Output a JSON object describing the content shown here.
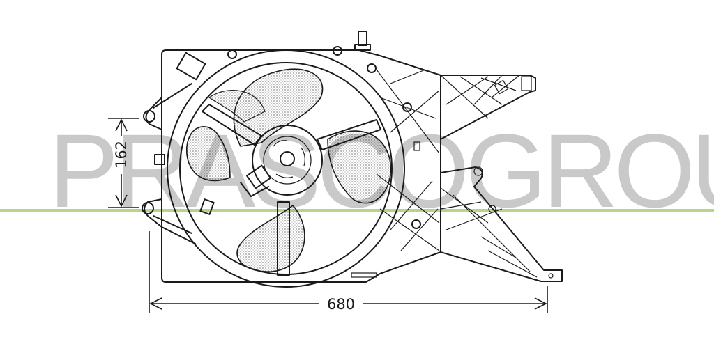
{
  "watermark": {
    "text": "PRASCOGROUP",
    "color": "#c9c9c9"
  },
  "dimensions": {
    "width": {
      "label": "680"
    },
    "height": {
      "label": "162"
    }
  },
  "colors": {
    "line": "#1a1a1a",
    "guide": "#b6d58a",
    "background": "#ffffff"
  }
}
